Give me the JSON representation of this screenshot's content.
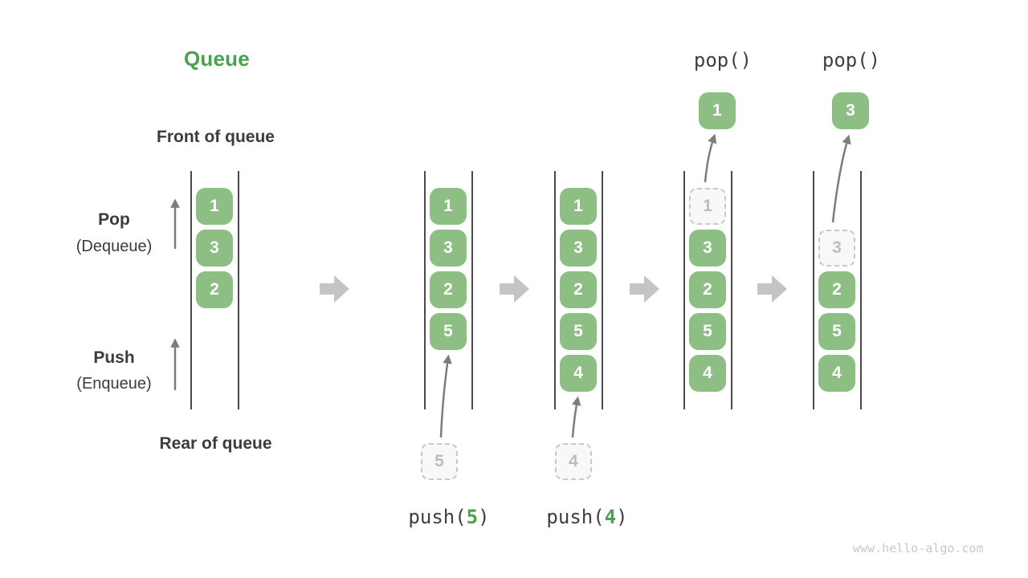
{
  "title": "Queue",
  "labels": {
    "front": "Front of queue",
    "rear": "Rear of queue",
    "pop": "Pop",
    "pop_sub": "(Dequeue)",
    "push": "Push",
    "push_sub": "(Enqueue)"
  },
  "states": [
    {
      "boxes": [
        "1",
        "3",
        "2"
      ]
    },
    {
      "boxes": [
        "1",
        "3",
        "2",
        "5"
      ],
      "incoming": "5",
      "op": {
        "fn": "push(",
        "arg": "5",
        "close": ")"
      }
    },
    {
      "boxes": [
        "1",
        "3",
        "2",
        "5",
        "4"
      ],
      "incoming": "4",
      "op": {
        "fn": "push(",
        "arg": "4",
        "close": ")"
      }
    },
    {
      "boxes": [
        "3",
        "2",
        "5",
        "4"
      ],
      "ghost": "1",
      "popped": "1",
      "op_label": "pop()"
    },
    {
      "boxes": [
        "2",
        "5",
        "4"
      ],
      "ghost": "3",
      "popped": "3",
      "op_label": "pop()"
    }
  ],
  "watermark": "www.hello-algo.com",
  "colors": {
    "accent_green": "#4ba24e",
    "box_green": "#8dbe84",
    "flow_arrow_gray": "#c4c4c4",
    "thin_arrow_gray": "#7d7d7d",
    "ghost_text_gray": "#bdbdbd",
    "text_dark": "#3c3c3c",
    "wall_line": "#4a4a4a"
  }
}
